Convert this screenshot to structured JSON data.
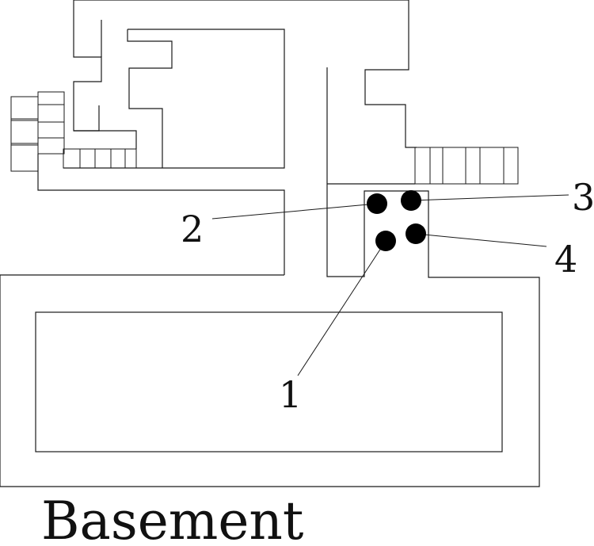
{
  "title": "Basement",
  "markers": [
    {
      "label": "1"
    },
    {
      "label": "2"
    },
    {
      "label": "3"
    },
    {
      "label": "4"
    }
  ]
}
